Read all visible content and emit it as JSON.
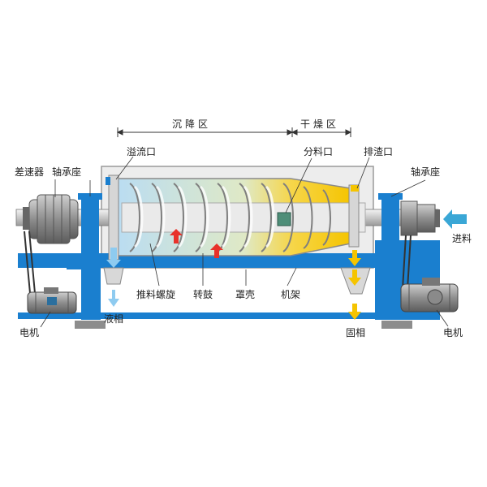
{
  "title": "卧螺离心机结构示意图",
  "zones": {
    "settling": "沉降区",
    "drying": "干燥区"
  },
  "labels": {
    "differential": "差速器",
    "bearing_left": "轴承座",
    "overflow": "溢流口",
    "distributor": "分料口",
    "slag_outlet": "排渣口",
    "bearing_right": "轴承座",
    "feed": "进料",
    "motor_left": "电机",
    "liquid_phase": "液相",
    "screw": "推料螺旋",
    "drum": "转鼓",
    "casing": "罩壳",
    "frame": "机架",
    "solid_phase": "固相",
    "motor_right": "电机"
  },
  "colors": {
    "frame_blue": "#1a7fcf",
    "light_blue": "#a8d4f2",
    "yellow": "#f5c400",
    "gray": "#cfcfcf",
    "red_arrow": "#e8322a",
    "feed_arrow": "#3aa7d6"
  }
}
